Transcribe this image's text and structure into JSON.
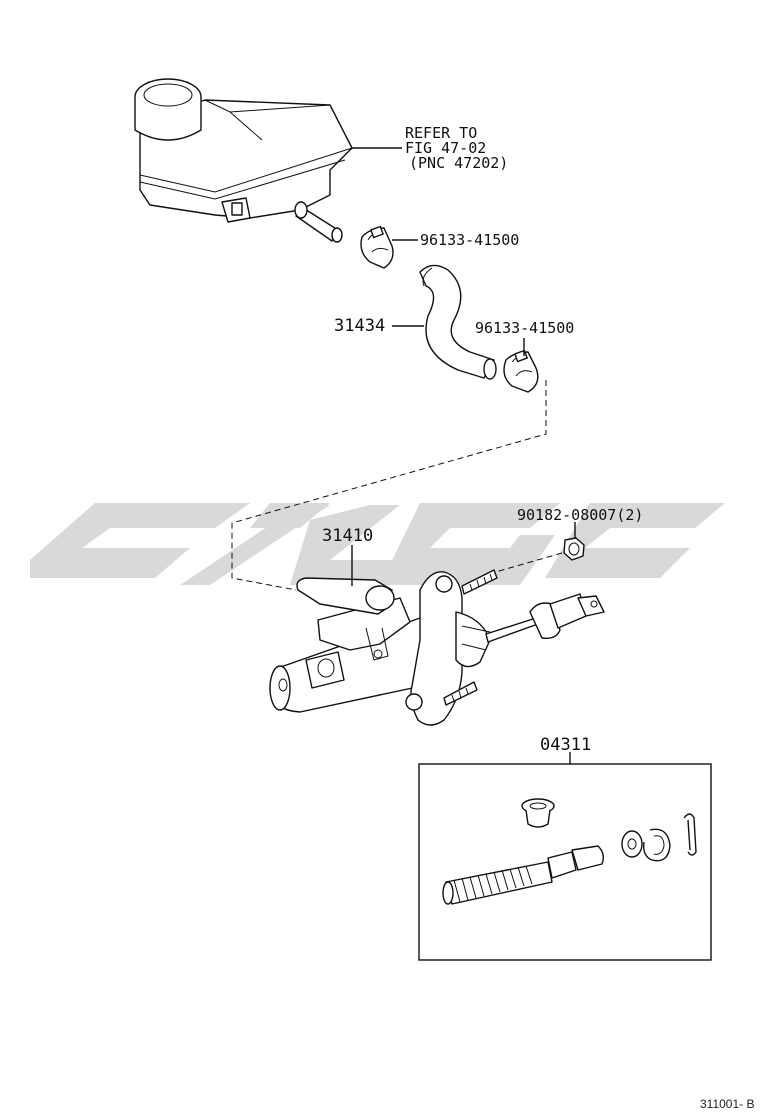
{
  "callouts": {
    "reservoir_ref_line1": "REFER TO",
    "reservoir_ref_line2": "FIG 47-02",
    "reservoir_ref_line3": "(PNC 47202)",
    "clip_upper": "96133-41500",
    "hose": "31434",
    "clip_lower": "96133-41500",
    "nut": "90182-08007(2)",
    "master_cylinder": "31410",
    "repair_kit": "04311"
  },
  "footer": {
    "figure_code": "311001- B"
  },
  "colors": {
    "line": "#111111",
    "watermark": "#d9d9d9"
  }
}
